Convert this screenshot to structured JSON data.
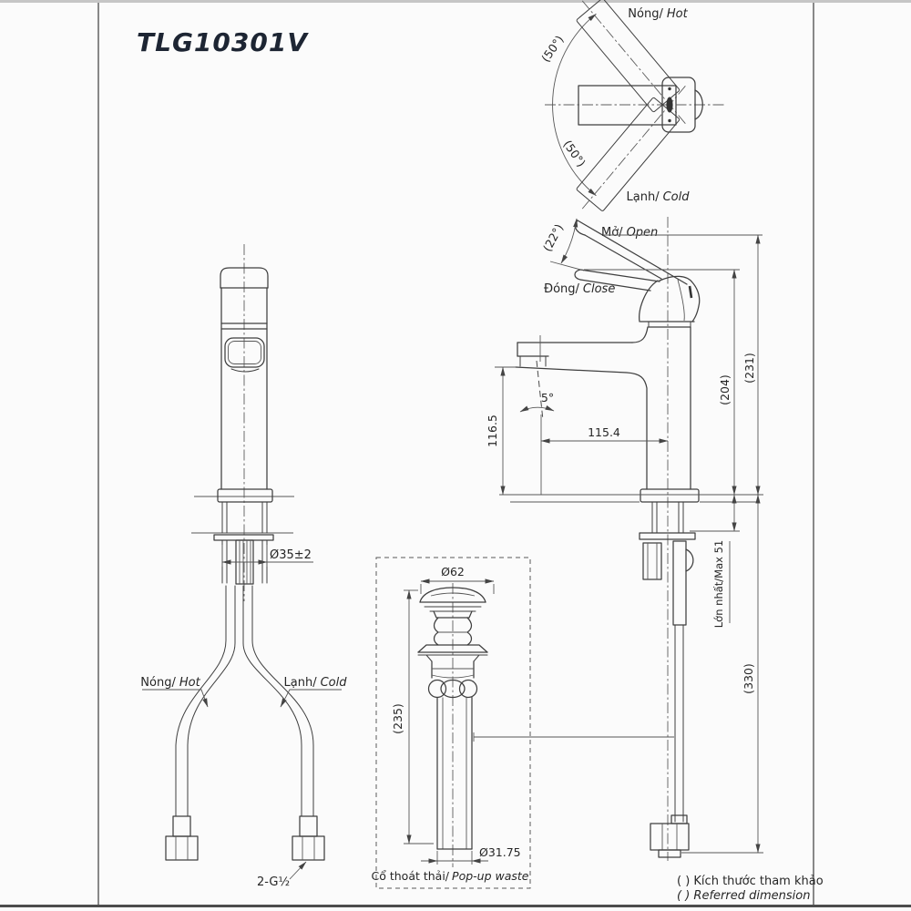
{
  "page": {
    "title": "TLG10301V"
  },
  "top_view": {
    "hot_label_vn": "Nóng/",
    "hot_label_en": "Hot",
    "cold_label_vn": "Lạnh/",
    "cold_label_en": "Cold",
    "swing_angle_upper": "(50°)",
    "swing_angle_lower": "(50°)"
  },
  "side_view": {
    "open_label_vn": "Mở/",
    "open_label_en": "Open",
    "close_label_vn": "Đóng/",
    "close_label_en": "Close",
    "lever_angle": "(22°)",
    "spout_angle": "5°",
    "spout_height": "116.5",
    "spout_reach": "115.4",
    "height_to_lever": "(204)",
    "height_overall": "(231)",
    "max_deck": "Lớn nhất/Max 51",
    "below_deck": "(330)"
  },
  "front_view": {
    "shank_dia": "Ø35±2",
    "hot_label_vn": "Nóng/",
    "hot_label_en": "Hot",
    "cold_label_vn": "Lạnh/",
    "cold_label_en": "Cold",
    "thread": "2-G½"
  },
  "popup_view": {
    "cap_dia": "Ø62",
    "height": "(235)",
    "tail_dia": "Ø31.75",
    "caption_vn": "Cổ thoát thải/",
    "caption_en": "Pop-up waste"
  },
  "notes": {
    "line1": "( ) Kích thước tham khảo",
    "line2": "( ) Referred dimension"
  },
  "colors": {
    "line": "#3f3f3f",
    "background": "#fbfbfb",
    "title": "#1d2533"
  }
}
